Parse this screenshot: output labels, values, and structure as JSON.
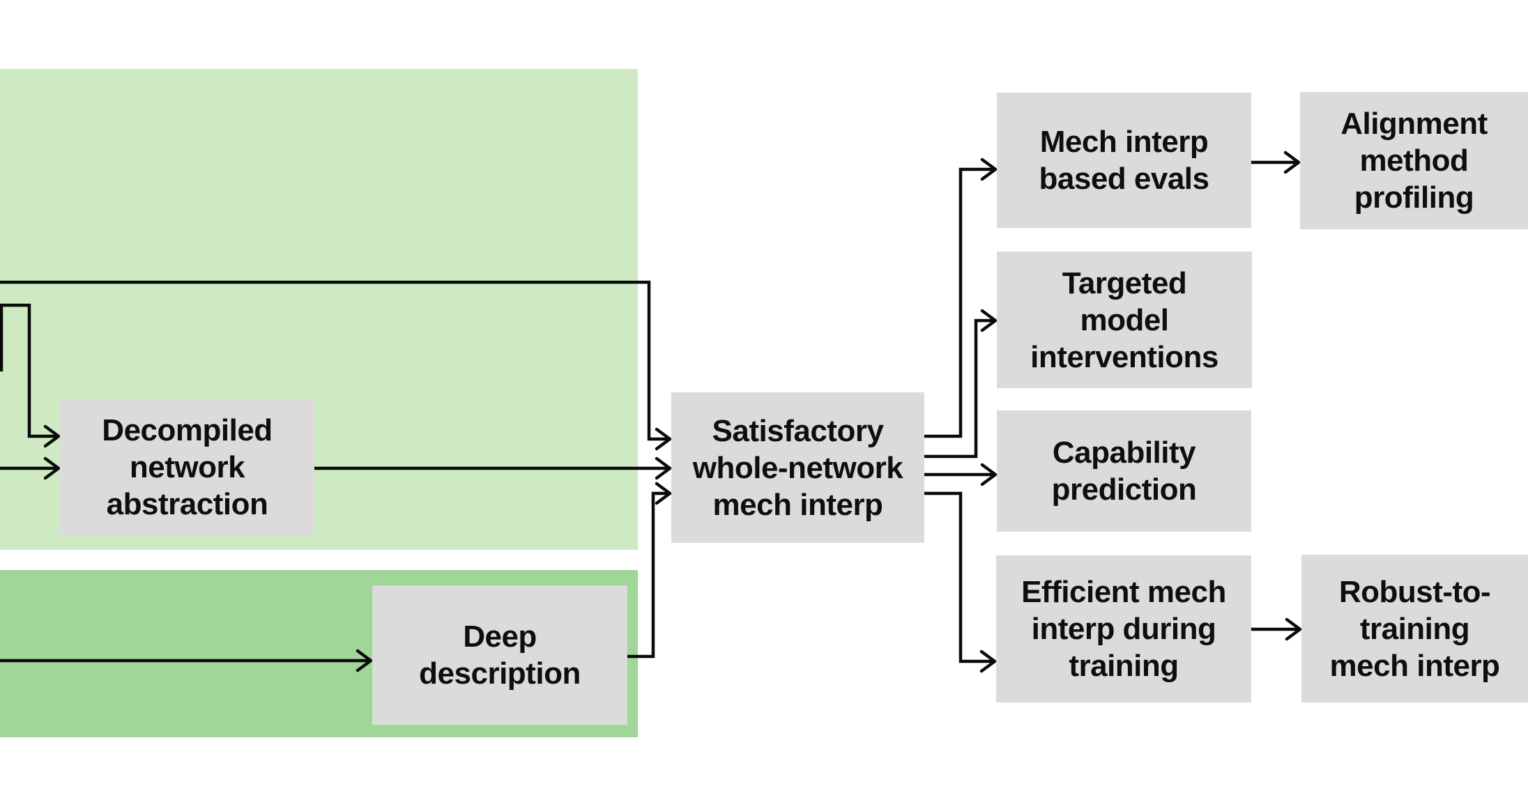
{
  "colors": {
    "background": "#ffffff",
    "region_light_green": "#cdeac3",
    "region_dark_green": "#a1d699",
    "node_fill": "#dbdbdb",
    "connector_line": "#0a0a0a",
    "text": "#0e0e0e"
  },
  "regions": [
    {
      "id": "light-green-group"
    },
    {
      "id": "dark-green-group"
    }
  ],
  "nodes": {
    "decompiled": {
      "label": "Decompiled network abstraction",
      "lines": [
        "Decompiled",
        "network",
        "abstraction"
      ]
    },
    "deep": {
      "label": "Deep description",
      "lines": [
        "Deep",
        "description"
      ]
    },
    "satisfactory": {
      "label": "Satisfactory whole-network mech interp",
      "lines": [
        "Satisfactory",
        "whole-network",
        "mech interp"
      ]
    },
    "mech_evals": {
      "label": "Mech interp based evals",
      "lines": [
        "Mech interp",
        "based evals"
      ]
    },
    "alignment": {
      "label": "Alignment method profiling",
      "lines": [
        "Alignment",
        "method",
        "profiling"
      ]
    },
    "targeted": {
      "label": "Targeted model interventions",
      "lines": [
        "Targeted",
        "model",
        "interventions"
      ]
    },
    "capability": {
      "label": "Capability prediction",
      "lines": [
        "Capability",
        "prediction"
      ]
    },
    "efficient": {
      "label": "Efficient mech interp during training",
      "lines": [
        "Efficient mech",
        "interp during",
        "training"
      ]
    },
    "robust": {
      "label": "Robust-to-training mech interp",
      "lines": [
        "Robust-to-",
        "training",
        "mech interp"
      ]
    }
  },
  "edges": [
    {
      "from": "off-screen-left",
      "to": "satisfactory"
    },
    {
      "from": "off-screen-left",
      "to": "decompiled"
    },
    {
      "from": "off-screen-left",
      "to": "decompiled"
    },
    {
      "from": "decompiled",
      "to": "satisfactory"
    },
    {
      "from": "off-screen-left",
      "to": "deep"
    },
    {
      "from": "deep",
      "to": "satisfactory"
    },
    {
      "from": "satisfactory",
      "to": "mech_evals"
    },
    {
      "from": "satisfactory",
      "to": "targeted"
    },
    {
      "from": "satisfactory",
      "to": "capability"
    },
    {
      "from": "satisfactory",
      "to": "efficient"
    },
    {
      "from": "mech_evals",
      "to": "alignment"
    },
    {
      "from": "efficient",
      "to": "robust"
    }
  ]
}
